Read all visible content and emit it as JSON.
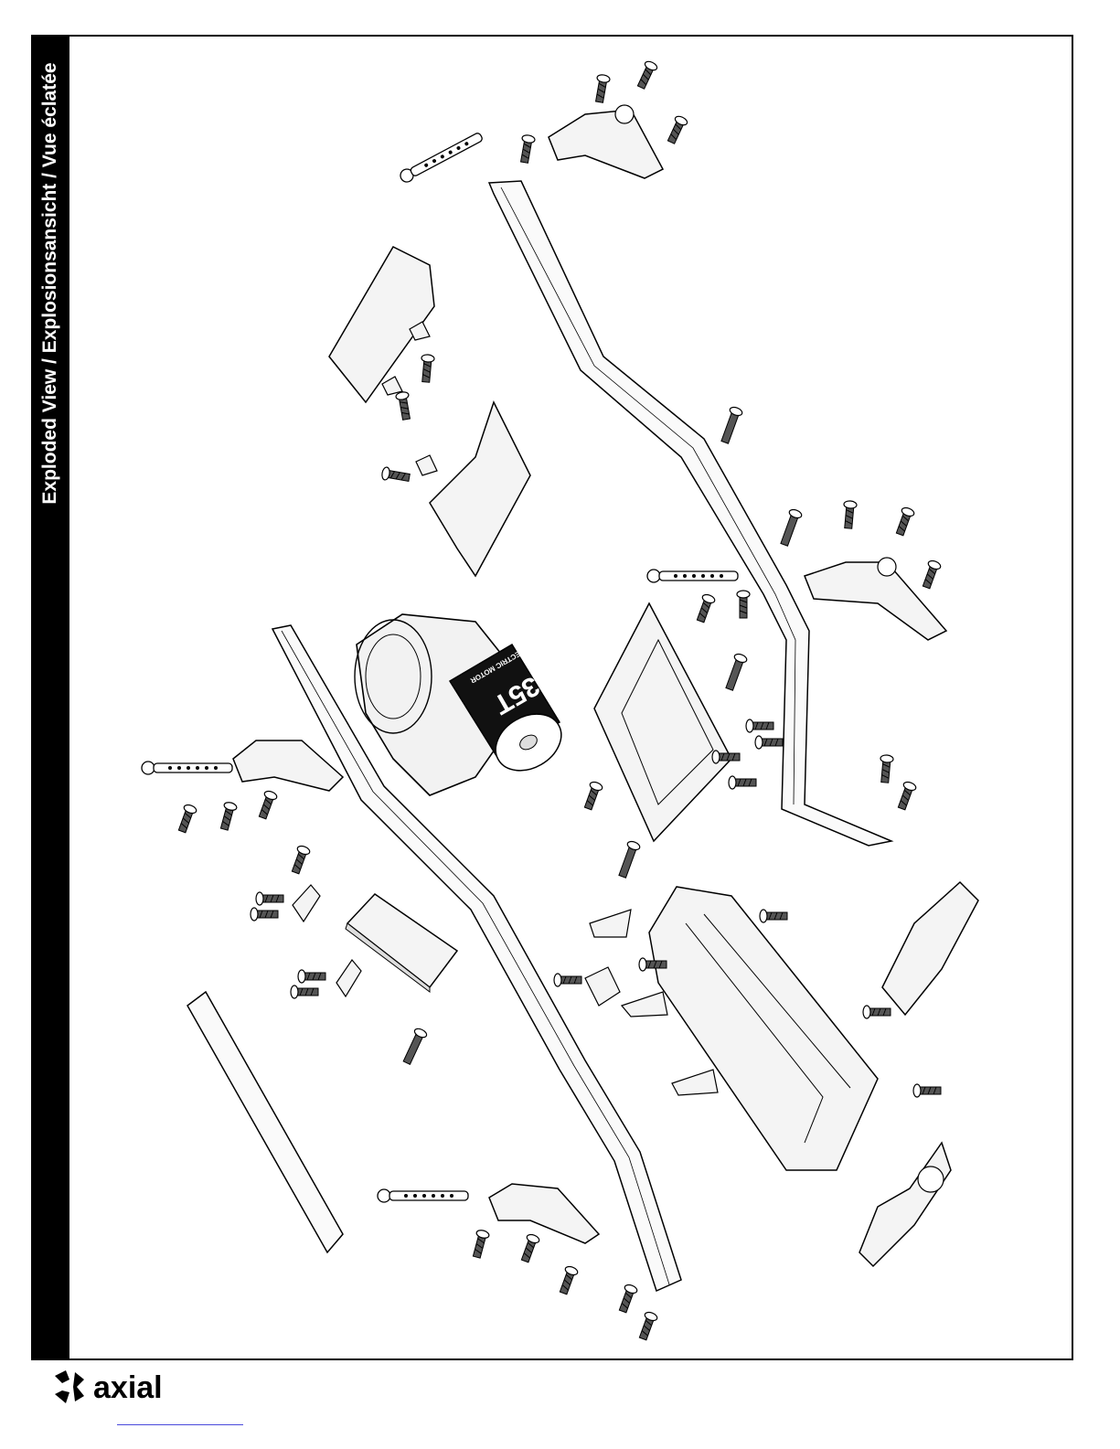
{
  "page": {
    "side_title": "Exploded View / Explosionsansicht / Vue éclatée"
  },
  "motor": {
    "label_main": "35T",
    "label_sub": "ELECTRIC MOTOR"
  },
  "footer": {
    "brand": "axial"
  },
  "colors": {
    "ink": "#000000",
    "paper": "#ffffff",
    "part_fill": "#f2f2f2",
    "link": "#4a4adc"
  }
}
